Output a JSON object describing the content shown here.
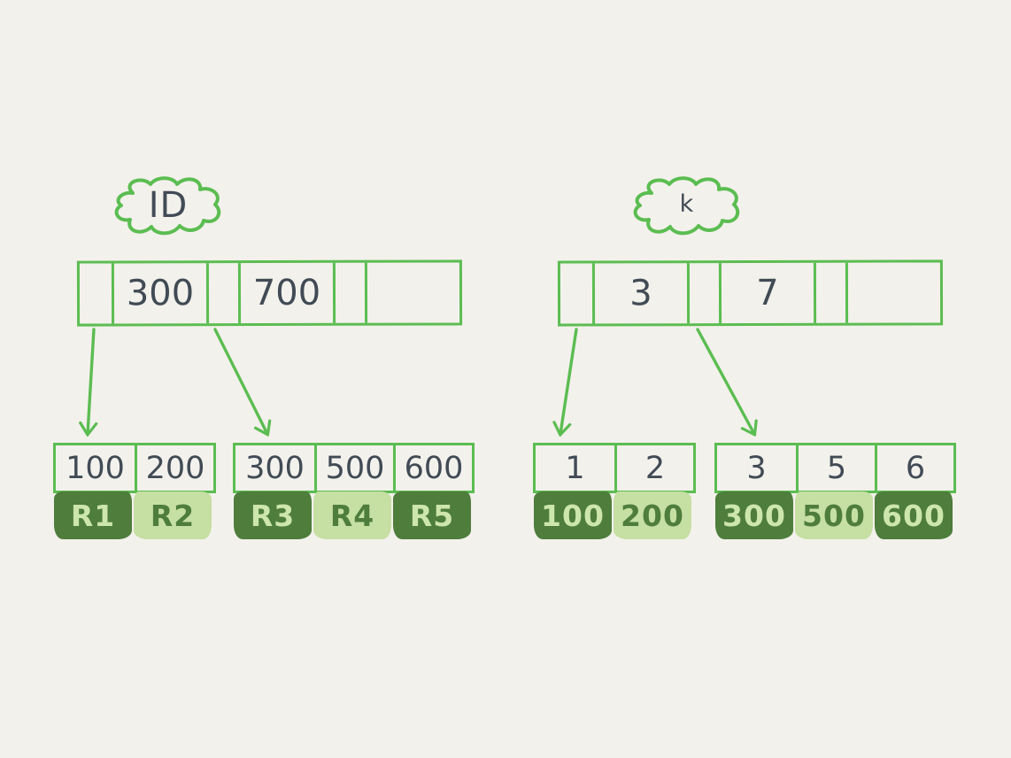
{
  "canvas": {
    "background": "#f3f1ec"
  },
  "palette": {
    "stroke_green": "#5bbd51",
    "ink": "#414b55",
    "record_dark_bg": "#4e7d3c",
    "record_light_bg": "#c6dfa3",
    "record_dark_text": "#cde6ab",
    "record_light_text": "#4e7d3c"
  },
  "left_index": {
    "cloud_label": "ID",
    "root_cells": [
      "",
      "300",
      "",
      "700",
      "",
      ""
    ],
    "leaf1_keys": [
      "100",
      "200"
    ],
    "leaf1_records": [
      "R1",
      "R2"
    ],
    "leaf2_keys": [
      "300",
      "500",
      "600"
    ],
    "leaf2_records": [
      "R3",
      "R4",
      "R5"
    ]
  },
  "right_index": {
    "cloud_label": "k",
    "root_cells": [
      "",
      "3",
      "",
      "7",
      "",
      ""
    ],
    "leaf1_keys": [
      "1",
      "2"
    ],
    "leaf1_records": [
      "100",
      "200"
    ],
    "leaf2_keys": [
      "3",
      "5",
      "6"
    ],
    "leaf2_records": [
      "300",
      "500",
      "600"
    ]
  }
}
